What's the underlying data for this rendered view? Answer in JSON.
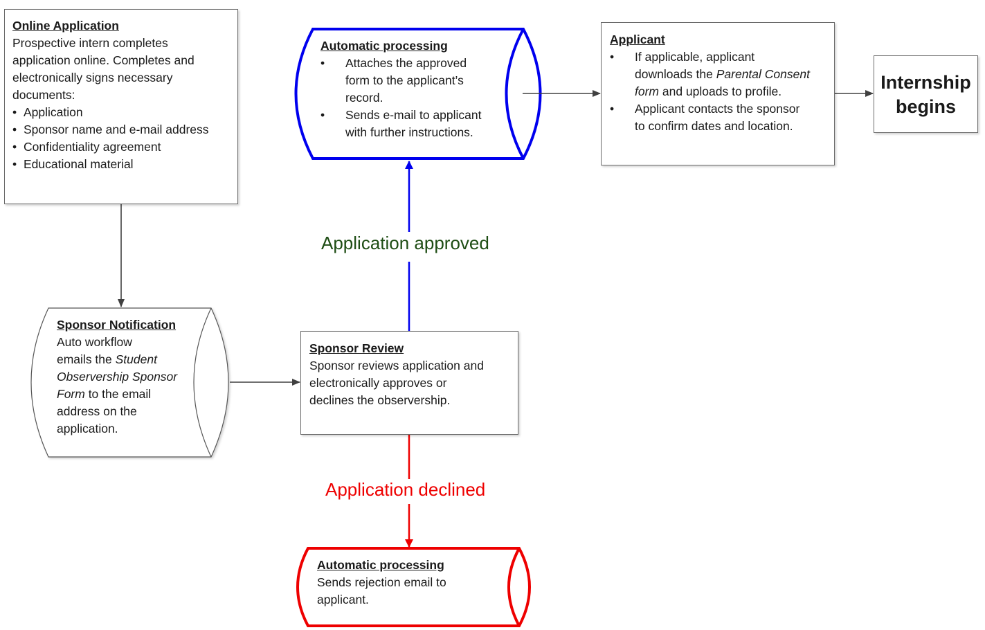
{
  "nodes": {
    "online_application": {
      "title": "Online Application",
      "lines": [
        "Prospective intern completes",
        "application online. Completes and",
        "electronically signs necessary",
        "documents:"
      ],
      "bullets": [
        "Application",
        "Sponsor name and e-mail address",
        "Confidentiality agreement",
        "Educational material"
      ]
    },
    "sponsor_notification": {
      "title": "Sponsor Notification",
      "line1": "Auto workflow",
      "line2_a": "emails the ",
      "line2_b": "Student",
      "line3": "Observership Sponsor",
      "line4_a": "Form",
      "line4_b": " to the email",
      "line5": "address on the",
      "line6": "application."
    },
    "sponsor_review": {
      "title": "Sponsor Review",
      "lines": [
        "Sponsor reviews application and",
        "electronically approves or",
        "declines the observership."
      ]
    },
    "auto_approved": {
      "title": "Automatic processing",
      "b1": [
        "Attaches the approved",
        "form to the applicant’s",
        "record."
      ],
      "b2": [
        "Sends e-mail to applicant",
        "with further instructions."
      ]
    },
    "applicant": {
      "title": "Applicant",
      "b1_l1": "If applicable, applicant",
      "b1_l2_a": "downloads the ",
      "b1_l2_b": "Parental Consent",
      "b1_l3_a": "form",
      "b1_l3_b": " and uploads to profile.",
      "b2": [
        "Applicant  contacts the sponsor",
        "to confirm dates and location."
      ]
    },
    "internship": {
      "lines": [
        "Internship",
        "begins"
      ]
    },
    "auto_declined": {
      "title": "Automatic processing",
      "lines": [
        "Sends rejection email to",
        "applicant."
      ]
    }
  },
  "edges": {
    "approved_label": "Application approved",
    "declined_label": "Application declined"
  },
  "colors": {
    "approved_path": "#0000ee",
    "approved_label": "#1e4d14",
    "declined": "#ee0000",
    "connector": "#404040"
  },
  "bullet_glyph": "•"
}
